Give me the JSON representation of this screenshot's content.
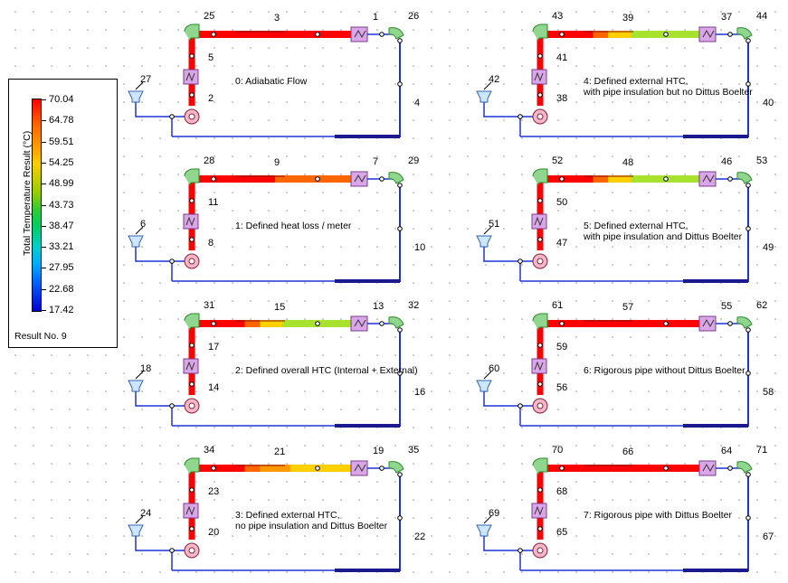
{
  "legend": {
    "title": "Total Temperature Result (°C)",
    "values": [
      "70.04",
      "64.78",
      "59.51",
      "54.25",
      "48.99",
      "43.73",
      "38.47",
      "33.21",
      "27.95",
      "22.68",
      "17.42"
    ],
    "footer": "Result No. 9"
  },
  "colors": {
    "red": "#ff0000",
    "orange": "#ff6600",
    "amber": "#ff9900",
    "yellow": "#ffd000",
    "yellowgreen": "#a6e22e",
    "blue": "#1a35d6",
    "pipe_dark": "#1a1a8c"
  },
  "diagrams": [
    {
      "caption": [
        "0: Adiabatic Flow"
      ],
      "labels": {
        "top_bend": "25",
        "top_pipe": "3",
        "hx_node": "1",
        "right_bend": "26",
        "pump_node": "5",
        "tank": "27",
        "left_node": "2",
        "return_pipe": "4"
      },
      "segments": [
        {
          "c": "red",
          "f": 1.0
        }
      ]
    },
    {
      "caption": [
        "4: Defined external HTC,",
        "with pipe insulation but no Dittus Boelter"
      ],
      "labels": {
        "top_bend": "43",
        "top_pipe": "39",
        "hx_node": "37",
        "right_bend": "44",
        "pump_node": "41",
        "tank": "42",
        "left_node": "38",
        "return_pipe": "40"
      },
      "segments": [
        {
          "c": "red",
          "f": 0.3
        },
        {
          "c": "orange",
          "f": 0.1
        },
        {
          "c": "yellow",
          "f": 0.15
        },
        {
          "c": "yellowgreen",
          "f": 0.45
        }
      ]
    },
    {
      "caption": [
        "1: Defined heat loss / meter"
      ],
      "labels": {
        "top_bend": "28",
        "top_pipe": "9",
        "hx_node": "7",
        "right_bend": "29",
        "pump_node": "11",
        "tank": "6",
        "left_node": "8",
        "return_pipe": "10"
      },
      "segments": [
        {
          "c": "red",
          "f": 0.5
        },
        {
          "c": "orange",
          "f": 0.5
        }
      ]
    },
    {
      "caption": [
        "5: Defined external HTC,",
        "with pipe insulation and Dittus Boelter"
      ],
      "labels": {
        "top_bend": "52",
        "top_pipe": "48",
        "hx_node": "46",
        "right_bend": "53",
        "pump_node": "50",
        "tank": "51",
        "left_node": "47",
        "return_pipe": "49"
      },
      "segments": [
        {
          "c": "red",
          "f": 0.3
        },
        {
          "c": "orange",
          "f": 0.1
        },
        {
          "c": "yellow",
          "f": 0.15
        },
        {
          "c": "yellowgreen",
          "f": 0.45
        }
      ]
    },
    {
      "caption": [
        "2: Defined overall HTC (Internal + External)"
      ],
      "labels": {
        "top_bend": "31",
        "top_pipe": "15",
        "hx_node": "13",
        "right_bend": "32",
        "pump_node": "17",
        "tank": "18",
        "left_node": "14",
        "return_pipe": "16"
      },
      "segments": [
        {
          "c": "red",
          "f": 0.3
        },
        {
          "c": "orange",
          "f": 0.1
        },
        {
          "c": "yellow",
          "f": 0.15
        },
        {
          "c": "yellowgreen",
          "f": 0.45
        }
      ]
    },
    {
      "caption": [
        "6: Rigorous pipe without Dittus Boelter"
      ],
      "labels": {
        "top_bend": "61",
        "top_pipe": "57",
        "hx_node": "55",
        "right_bend": "62",
        "pump_node": "59",
        "tank": "60",
        "left_node": "56",
        "return_pipe": "58"
      },
      "segments": [
        {
          "c": "red",
          "f": 1.0
        }
      ]
    },
    {
      "caption": [
        "3: Defined external HTC,",
        "no pipe insulation and Dittus Boelter"
      ],
      "labels": {
        "top_bend": "34",
        "top_pipe": "21",
        "hx_node": "19",
        "right_bend": "35",
        "pump_node": "23",
        "tank": "24",
        "left_node": "20",
        "return_pipe": "22"
      },
      "segments": [
        {
          "c": "red",
          "f": 0.3
        },
        {
          "c": "orange",
          "f": 0.1
        },
        {
          "c": "amber",
          "f": 0.2
        },
        {
          "c": "yellow",
          "f": 0.4
        }
      ]
    },
    {
      "caption": [
        "7: Rigorous pipe with Dittus Boelter"
      ],
      "labels": {
        "top_bend": "70",
        "top_pipe": "66",
        "hx_node": "64",
        "right_bend": "71",
        "pump_node": "68",
        "tank": "69",
        "left_node": "65",
        "return_pipe": "67"
      },
      "segments": [
        {
          "c": "red",
          "f": 1.0
        }
      ]
    }
  ]
}
